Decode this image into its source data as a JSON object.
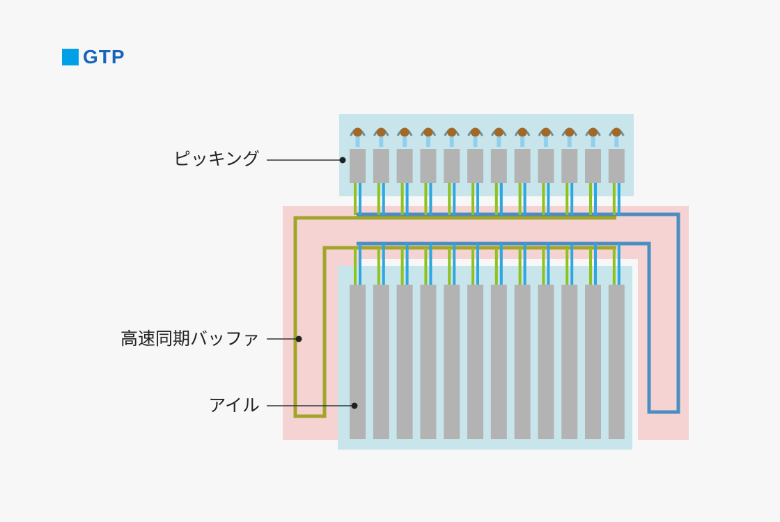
{
  "brand": {
    "text": "GTP"
  },
  "labels": {
    "picking": "ピッキング",
    "buffer": "高速同期バッファ",
    "aisle": "アイル"
  },
  "diagram": {
    "aisle_count": 12
  },
  "colors": {
    "brand_blue": "#00a0e9",
    "brand_text": "#1565b8",
    "light_blue_area": "#c9e5ec",
    "pink_area": "#f5d3d3",
    "gray_unit": "#b3b3b3",
    "olive_conveyor": "#a3a52a",
    "blue_conveyor": "#4a8ec1",
    "green_lane": "#8dc21f",
    "cyan_lane": "#2ea7e0",
    "worker_head": "#a0692a"
  }
}
